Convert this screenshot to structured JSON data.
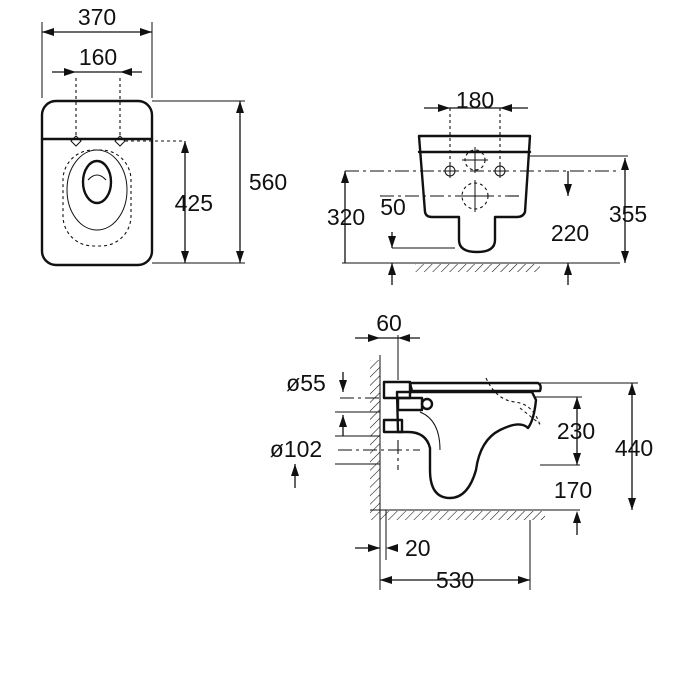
{
  "diagram": {
    "dimensions": {
      "width_total": "370",
      "fixing_centers": "160",
      "depth_to_fixings": "425",
      "depth_total": "560",
      "fixing_spacing_rear": "180",
      "fixing_height": "320",
      "outlet_offset": "50",
      "outlet_height": "220",
      "height_total": "355",
      "wall_offset_top": "60",
      "inlet_diameter": "ø55",
      "outlet_diameter": "ø102",
      "inlet_height": "230",
      "pan_height": "440",
      "outlet_floor_height": "170",
      "wall_gap": "20",
      "projection": "530"
    }
  }
}
